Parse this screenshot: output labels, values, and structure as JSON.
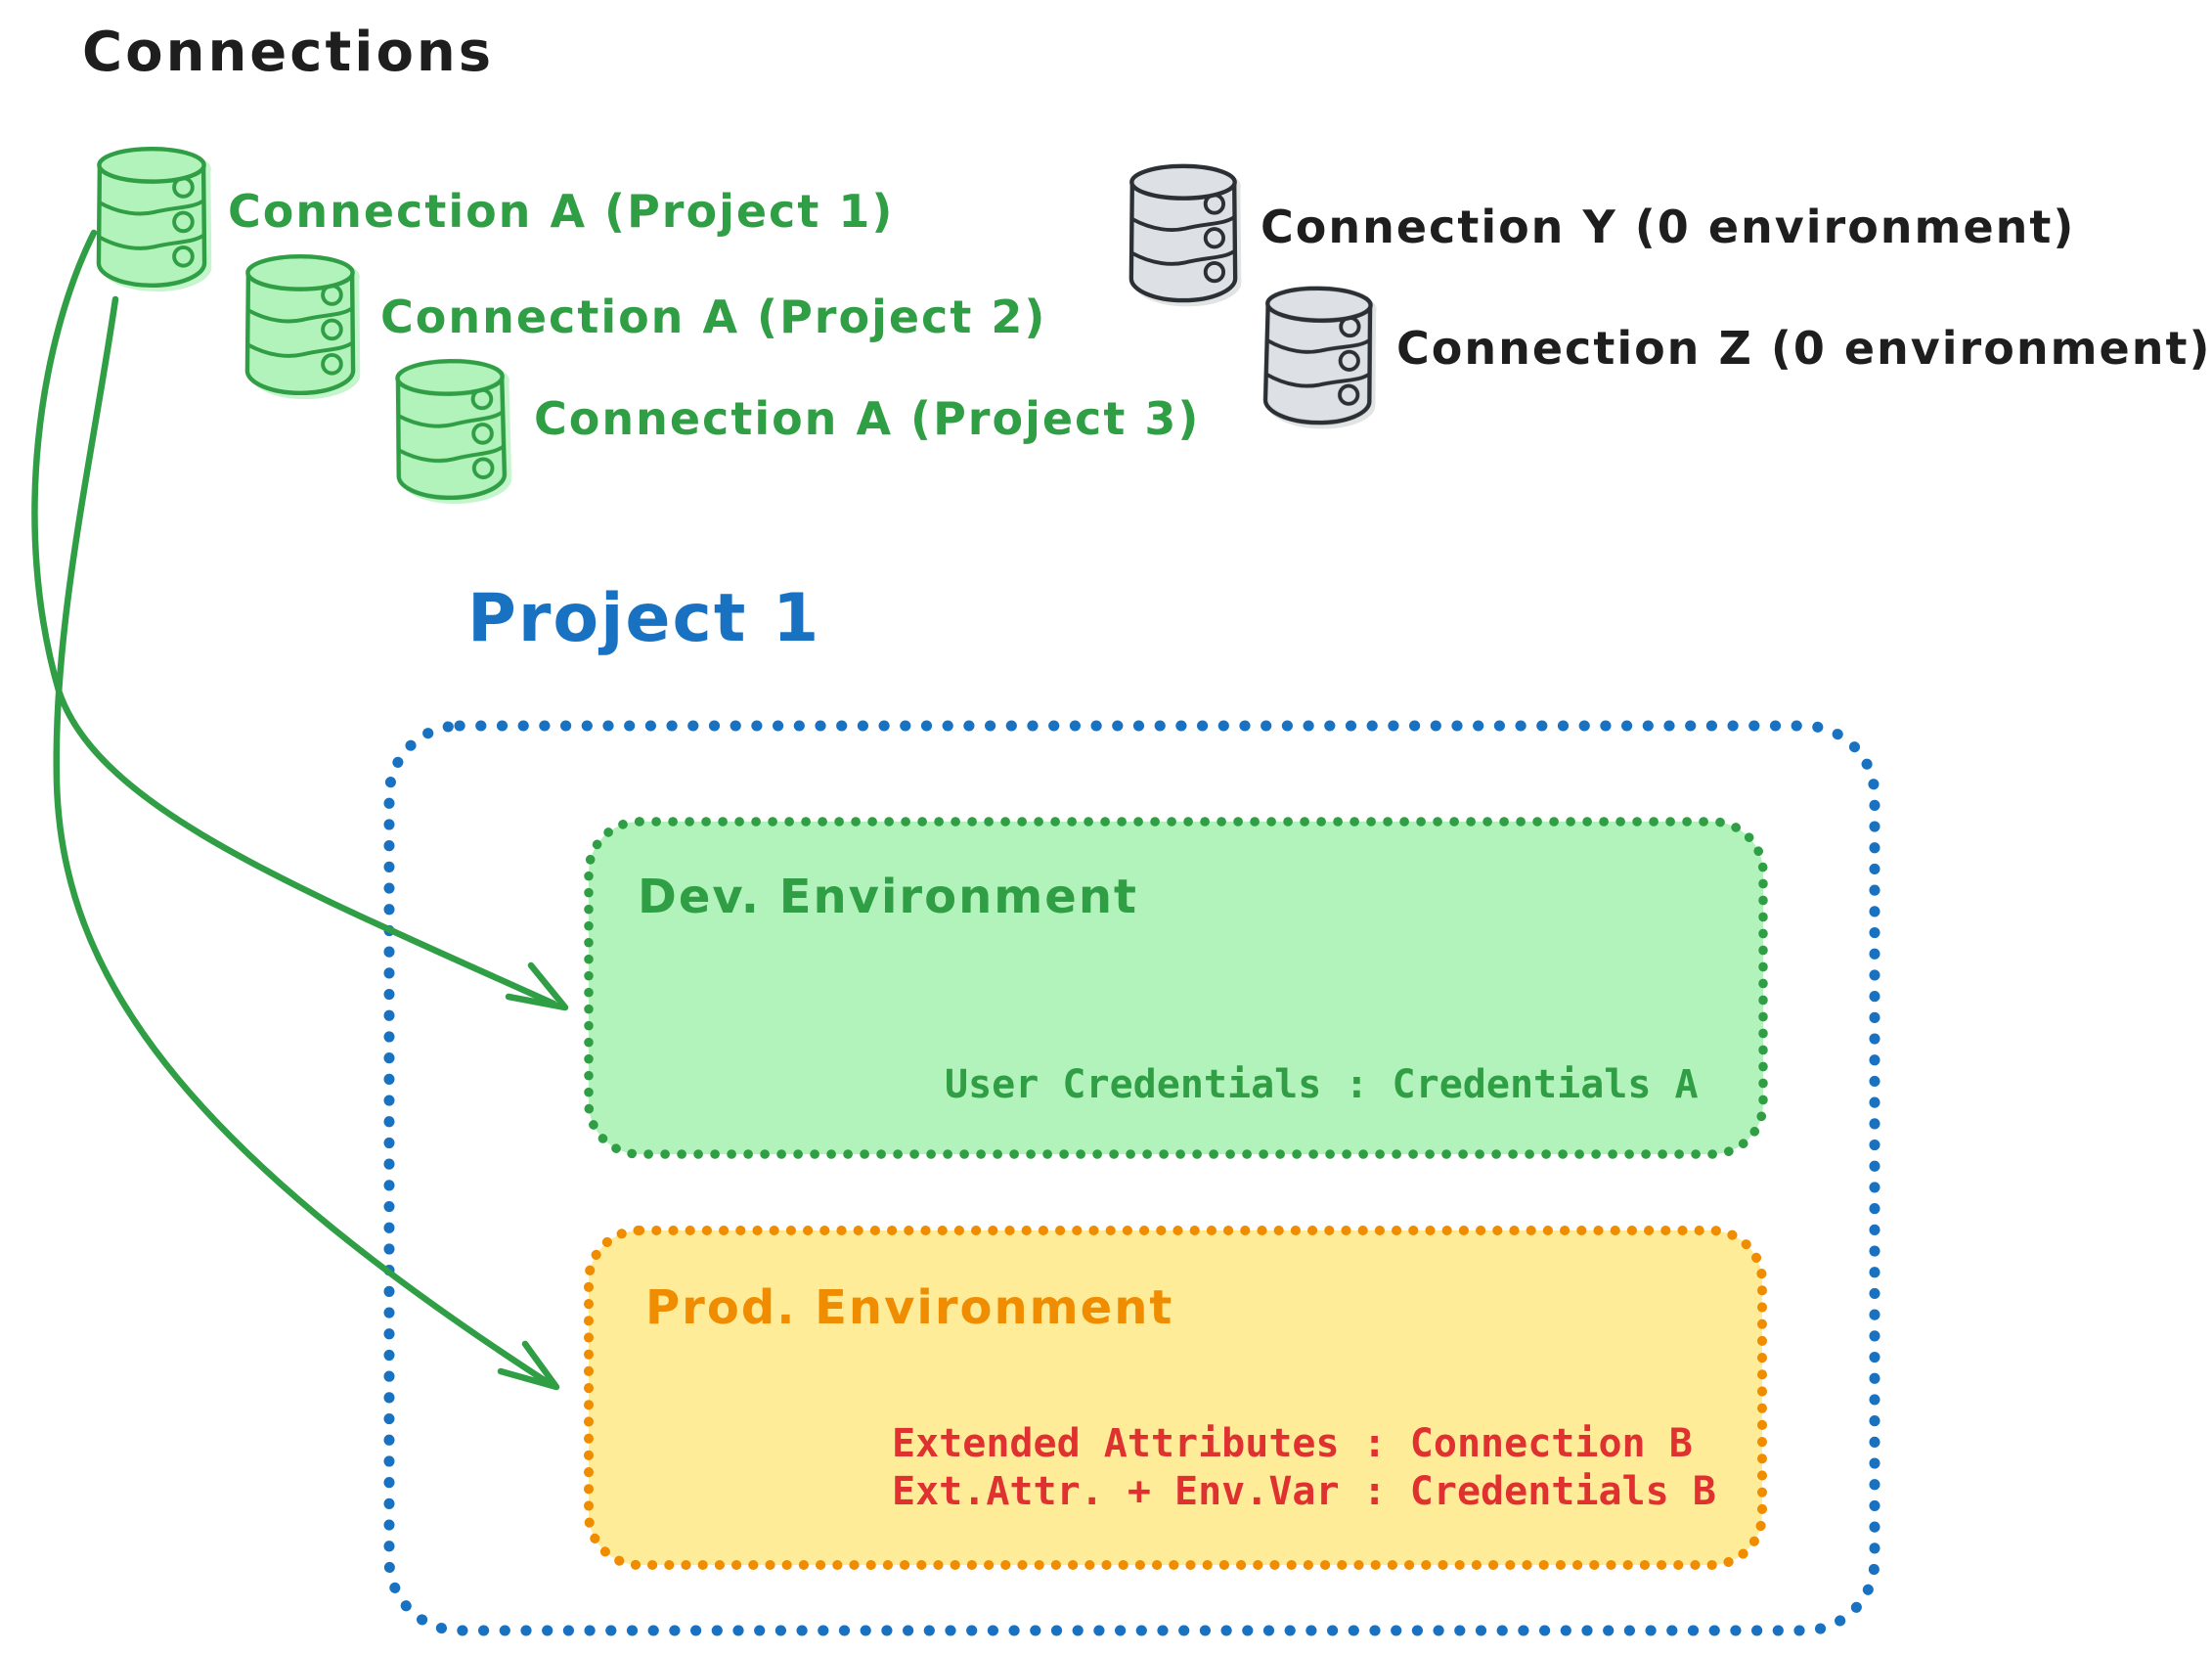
{
  "title": "Connections",
  "colors": {
    "ink": "#1e1e1e",
    "green_stroke": "#2f9e44",
    "green_fill": "#b2f2bb",
    "gray_stroke": "#2b3035",
    "gray_fill": "#dde1e5",
    "blue": "#1971c2",
    "orange": "#f08c00",
    "yellow_fill": "#ffec99",
    "red": "#e03131"
  },
  "green_connections": [
    {
      "label": "Connection A (Project 1)"
    },
    {
      "label": "Connection A (Project 2)"
    },
    {
      "label": "Connection A (Project 3)"
    }
  ],
  "gray_connections": [
    {
      "label": "Connection Y (0 environment)"
    },
    {
      "label": "Connection Z (0 environment)"
    }
  ],
  "project": {
    "title": "Project 1",
    "dev": {
      "title": "Dev. Environment",
      "mapping": "User Credentials : Credentials A"
    },
    "prod": {
      "title": "Prod. Environment",
      "mapping_line1": "Extended Attributes : Connection B",
      "mapping_line2": "Ext.Attr. + Env.Var : Credentials B"
    }
  }
}
